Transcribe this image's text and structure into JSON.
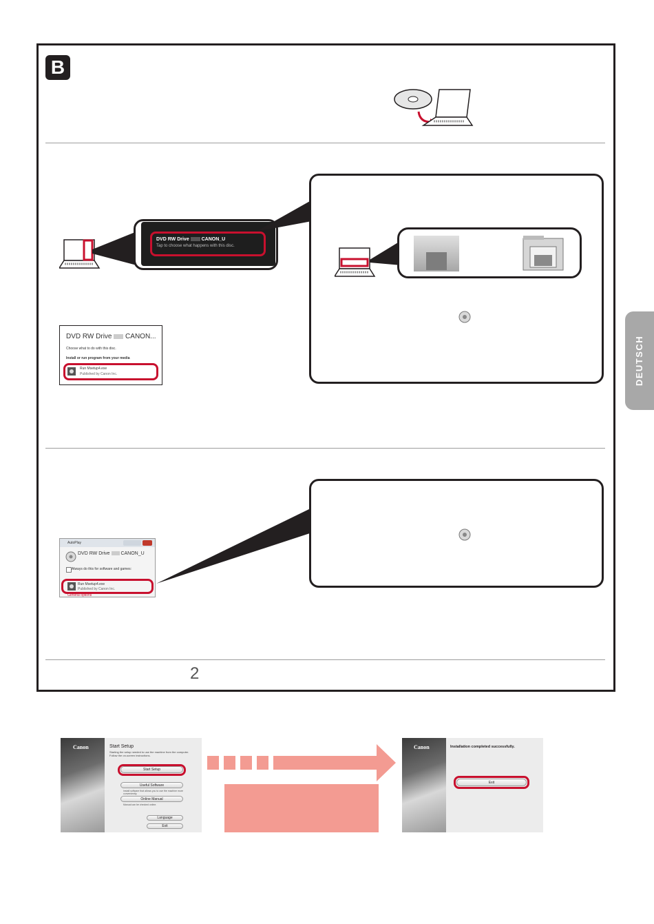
{
  "section": {
    "badge": "B"
  },
  "side_tab": {
    "language": "DEUTSCH"
  },
  "page": {
    "number": "2"
  },
  "notification": {
    "title": "DVD RW Drive",
    "drive_label": "CANON_U",
    "subtitle": "Tap to choose what happens with this disc."
  },
  "dialog_win10": {
    "title": "DVD RW Drive",
    "title_suffix": "CANON...",
    "question": "Choose what to do with this disc.",
    "group": "Install or run program from your media",
    "program": "Run Msetup4.exe",
    "publisher": "Published by Canon Inc."
  },
  "dialog_autoplay": {
    "window_title": "AutoPlay",
    "drive": "DVD RW Drive",
    "drive_label": "CANON_U",
    "checkbox": "Always do this for software and games:",
    "program": "Run Msetup4.exe",
    "publisher": "Published by Canon Inc.",
    "more": "General options"
  },
  "setup_window": {
    "brand": "Canon",
    "title": "Start Setup",
    "description": "Starting the setup needed to use the machine from the computer. Follow the on-screen instructions.",
    "buttons": {
      "start_setup": "Start Setup",
      "useful_software": "Useful Software",
      "online_manual": "Online Manual",
      "language": "Language",
      "exit": "Exit"
    },
    "useful_note": "Install software that allows you to use the machine more conveniently.",
    "manual_note": "Manual can be checked online."
  },
  "finish_window": {
    "brand": "Canon",
    "message": "Installation completed successfully.",
    "exit": "Exit"
  },
  "colors": {
    "highlight_red": "#c8102e",
    "flow_pink": "#f39b92",
    "ink": "#231f20",
    "tab_gray": "#a8a8a8"
  }
}
